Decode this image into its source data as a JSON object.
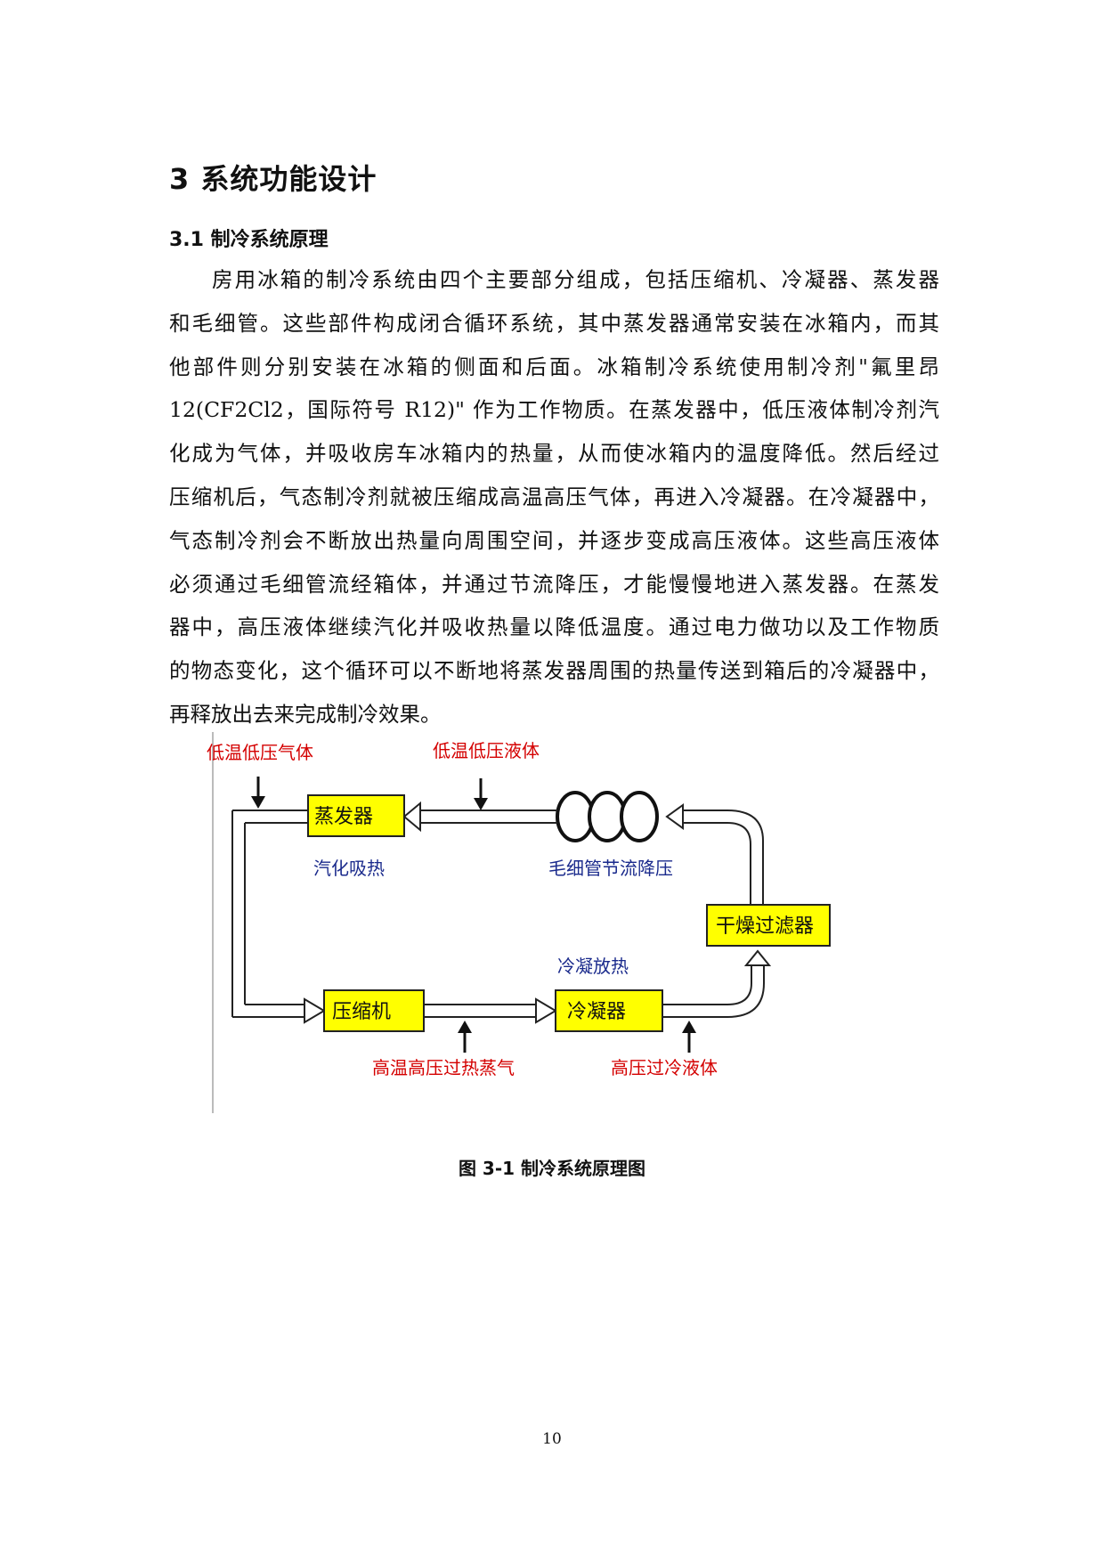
{
  "section": {
    "title": "3 系统功能设计"
  },
  "subsection": {
    "title": "3.1 制冷系统原理"
  },
  "paragraph": {
    "lines": [
      "房用冰箱的制冷系统由四个主要部分组成，包括压缩机、冷凝器、蒸发器",
      "和毛细管。这些部件构成闭合循环系统，其中蒸发器通常安装在冰箱内，而其",
      "他部件则分别安装在冰箱的侧面和后面。冰箱制冷系统使用制冷剂\"氟里昂",
      "12(CF2Cl2，国际符号 R12)\" 作为工作物质。在蒸发器中，低压液体制冷剂汽",
      "化成为气体，并吸收房车冰箱内的热量，从而使冰箱内的温度降低。然后经过",
      "压缩机后，气态制冷剂就被压缩成高温高压气体，再进入冷凝器。在冷凝器中，",
      "气态制冷剂会不断放出热量向周围空间，并逐步变成高压液体。这些高压液体",
      "必须通过毛细管流经箱体，并通过节流降压，才能慢慢地进入蒸发器。在蒸发",
      "器中，高压液体继续汽化并吸收热量以降低温度。通过电力做功以及工作物质",
      "的物态变化，这个循环可以不断地将蒸发器周围的热量传送到箱后的冷凝器中，",
      "再释放出去来完成制冷效果。"
    ]
  },
  "diagram": {
    "components": {
      "evaporator": "蒸发器",
      "compressor": "压缩机",
      "condenser": "冷凝器",
      "dryer_filter": "干燥过滤器"
    },
    "process_labels": {
      "vaporize": "汽化吸热",
      "capillary": "毛细管节流降压",
      "condense": "冷凝放热"
    },
    "state_labels": {
      "low_temp_low_pressure_gas": "低温低压气体",
      "low_temp_low_pressure_liquid": "低温低压液体",
      "high_temp_high_pressure_vapor": "高温高压过热蒸气",
      "high_pressure_subcooled_liquid": "高压过冷液体"
    },
    "colors": {
      "box_fill": "#ffff00",
      "state_label": "#d40000",
      "process_label": "#1a2a8c"
    }
  },
  "figure": {
    "caption": "图 3-1   制冷系统原理图"
  },
  "page": {
    "number": "10"
  }
}
